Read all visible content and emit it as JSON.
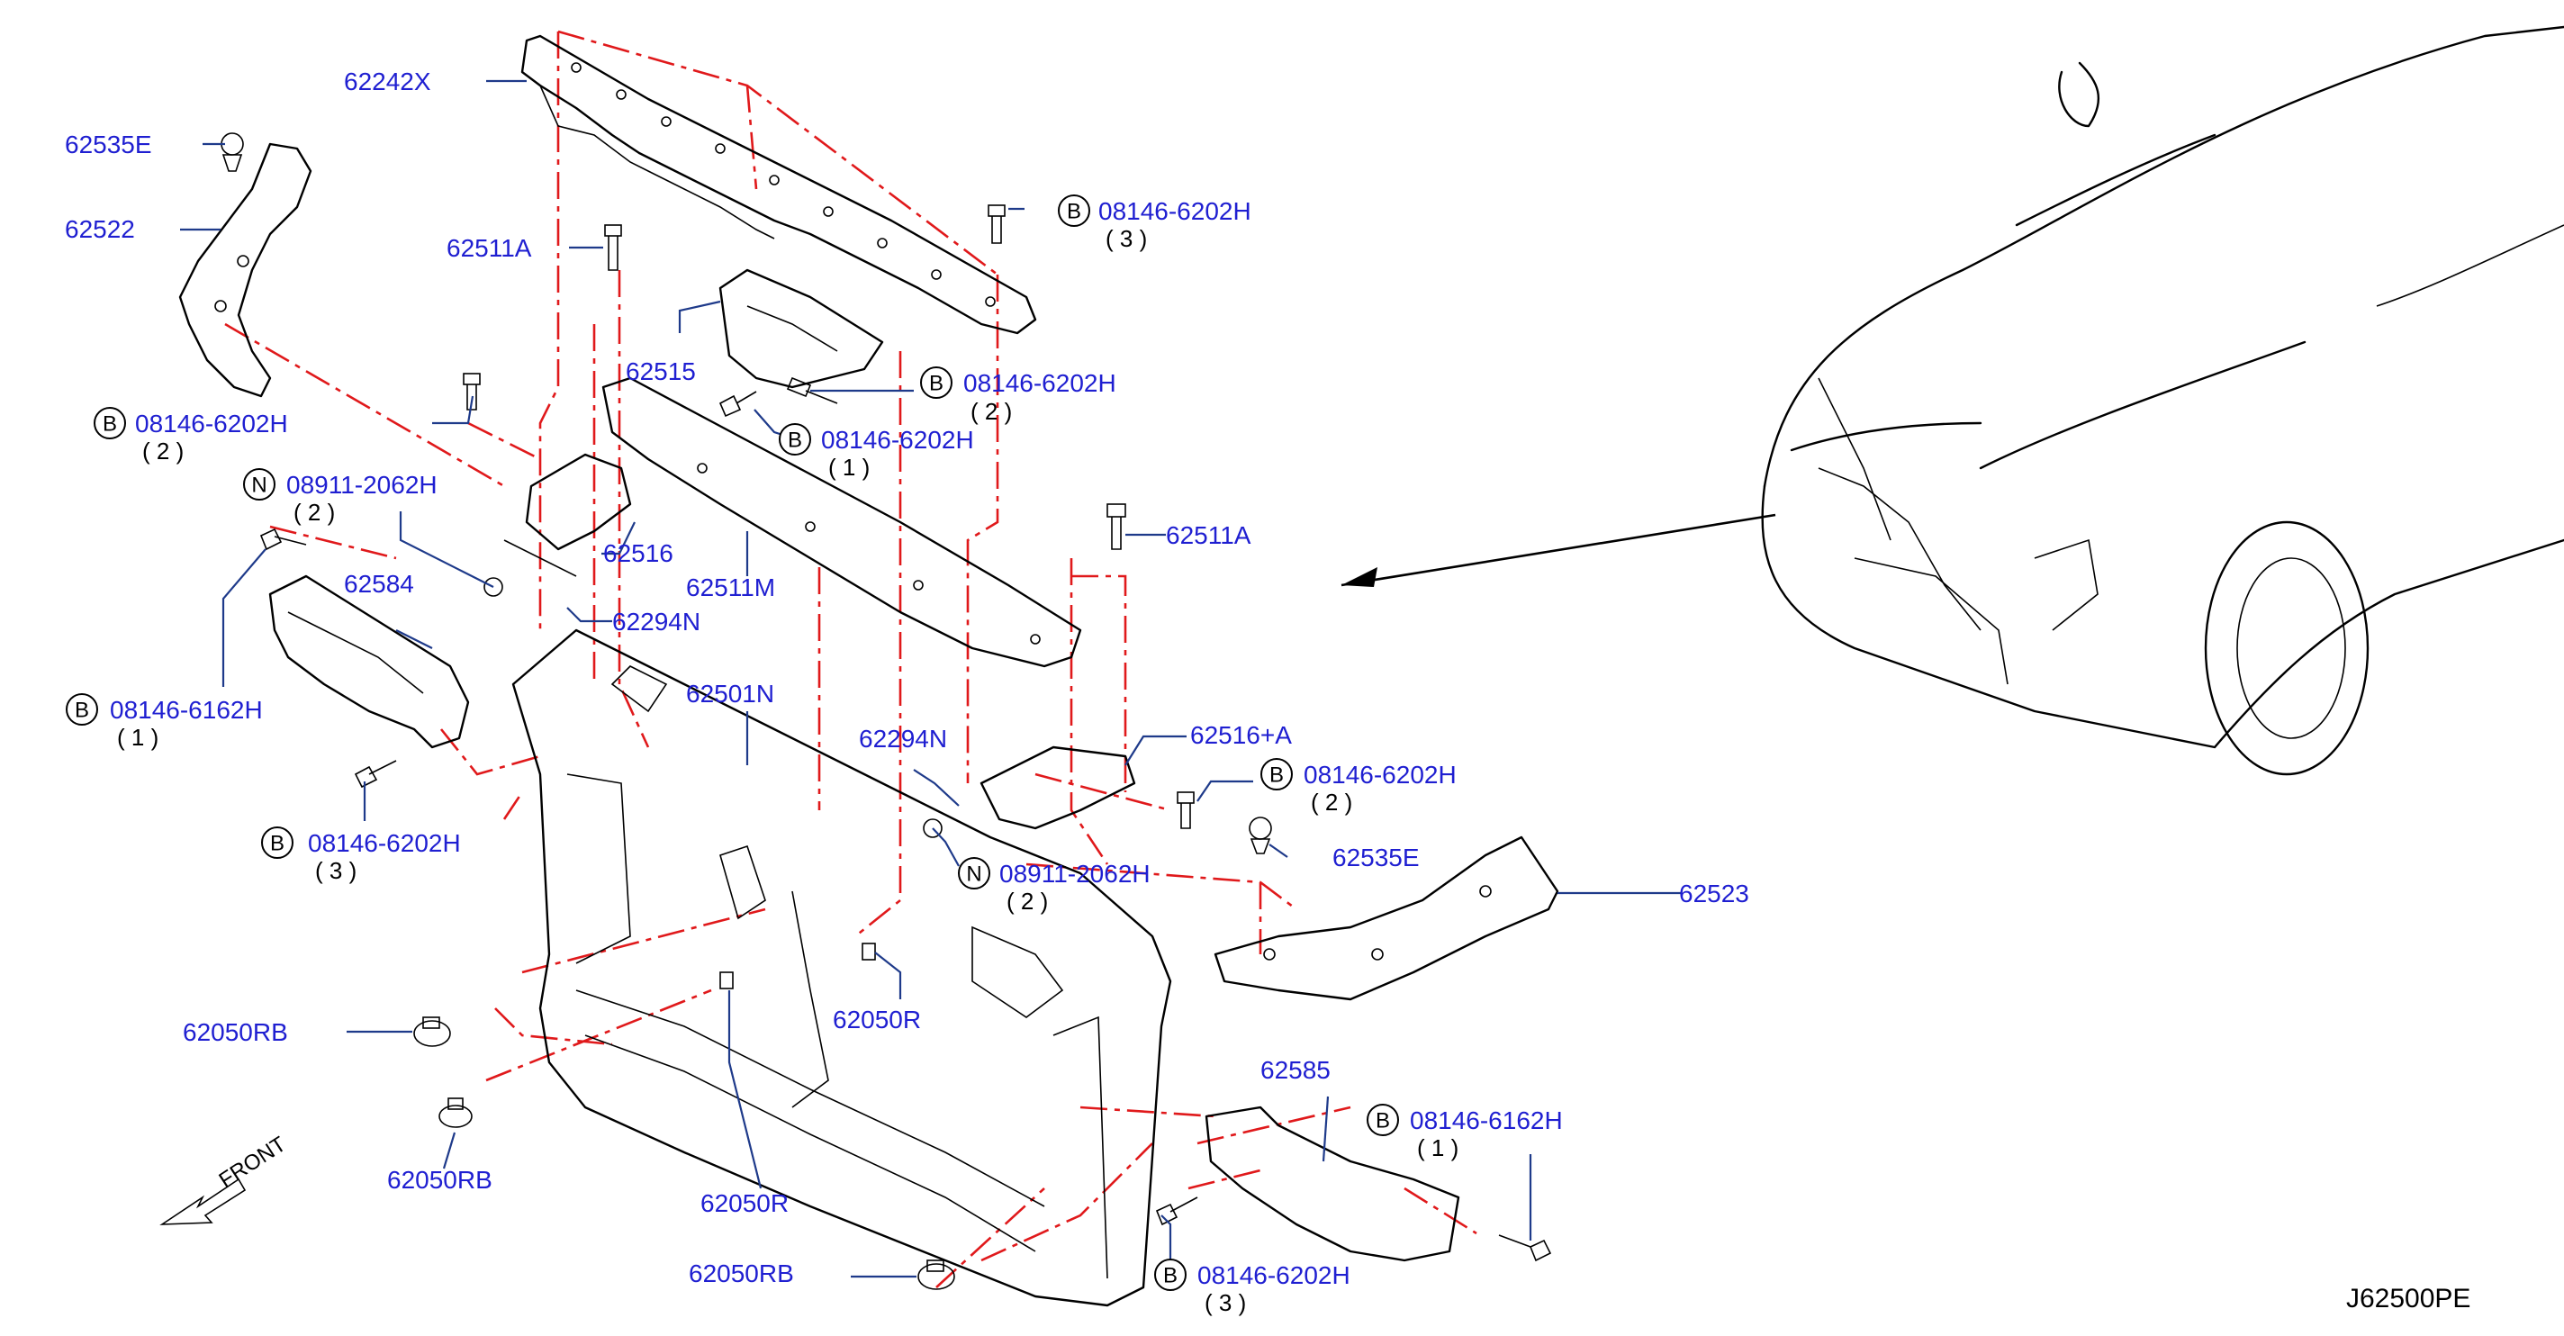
{
  "callouts": [
    {
      "id": "c01",
      "text": "62242X"
    },
    {
      "id": "c02",
      "text": "62535E"
    },
    {
      "id": "c03",
      "text": "62522"
    },
    {
      "id": "c04",
      "text": "62511A"
    },
    {
      "id": "c05",
      "text": "08146-6202H",
      "badge": "B",
      "qty": "( 3 )"
    },
    {
      "id": "c06",
      "text": "62515"
    },
    {
      "id": "c07",
      "text": "08146-6202H",
      "badge": "B",
      "qty": "( 2 )"
    },
    {
      "id": "c08",
      "text": "08146-6202H",
      "badge": "B",
      "qty": "( 1 )"
    },
    {
      "id": "c09",
      "text": "08146-6202H",
      "badge": "B",
      "qty": "( 2 )"
    },
    {
      "id": "c10",
      "text": "08911-2062H",
      "badge": "N",
      "qty": "( 2 )"
    },
    {
      "id": "c11",
      "text": "62516"
    },
    {
      "id": "c12",
      "text": "62584"
    },
    {
      "id": "c13",
      "text": "62511M"
    },
    {
      "id": "c14",
      "text": "62511A"
    },
    {
      "id": "c15",
      "text": "62294N"
    },
    {
      "id": "c16",
      "text": "08146-6162H",
      "badge": "B",
      "qty": "( 1 )"
    },
    {
      "id": "c17",
      "text": "62501N"
    },
    {
      "id": "c18",
      "text": "62516+A"
    },
    {
      "id": "c19",
      "text": "62294N"
    },
    {
      "id": "c20",
      "text": "08146-6202H",
      "badge": "B",
      "qty": "( 2 )"
    },
    {
      "id": "c21",
      "text": "08146-6202H",
      "badge": "B",
      "qty": "( 3 )"
    },
    {
      "id": "c22",
      "text": "62535E"
    },
    {
      "id": "c23",
      "text": "08911-2062H",
      "badge": "N",
      "qty": "( 2 )"
    },
    {
      "id": "c24",
      "text": "62523"
    },
    {
      "id": "c25",
      "text": "62050RB"
    },
    {
      "id": "c26",
      "text": "62050R"
    },
    {
      "id": "c27",
      "text": "62585"
    },
    {
      "id": "c28",
      "text": "08146-6162H",
      "badge": "B",
      "qty": "( 1 )"
    },
    {
      "id": "c29",
      "text": "62050RB"
    },
    {
      "id": "c30",
      "text": "62050R"
    },
    {
      "id": "c31",
      "text": "62050RB"
    },
    {
      "id": "c32",
      "text": "08146-6202H",
      "badge": "B",
      "qty": "( 3 )"
    }
  ],
  "front_label": "FRONT",
  "diagram_code": "J62500PE",
  "colors": {
    "label": "#1f1fd1",
    "leader": "#1e3a8a",
    "cutline": "#e0191b",
    "line": "#000000"
  }
}
